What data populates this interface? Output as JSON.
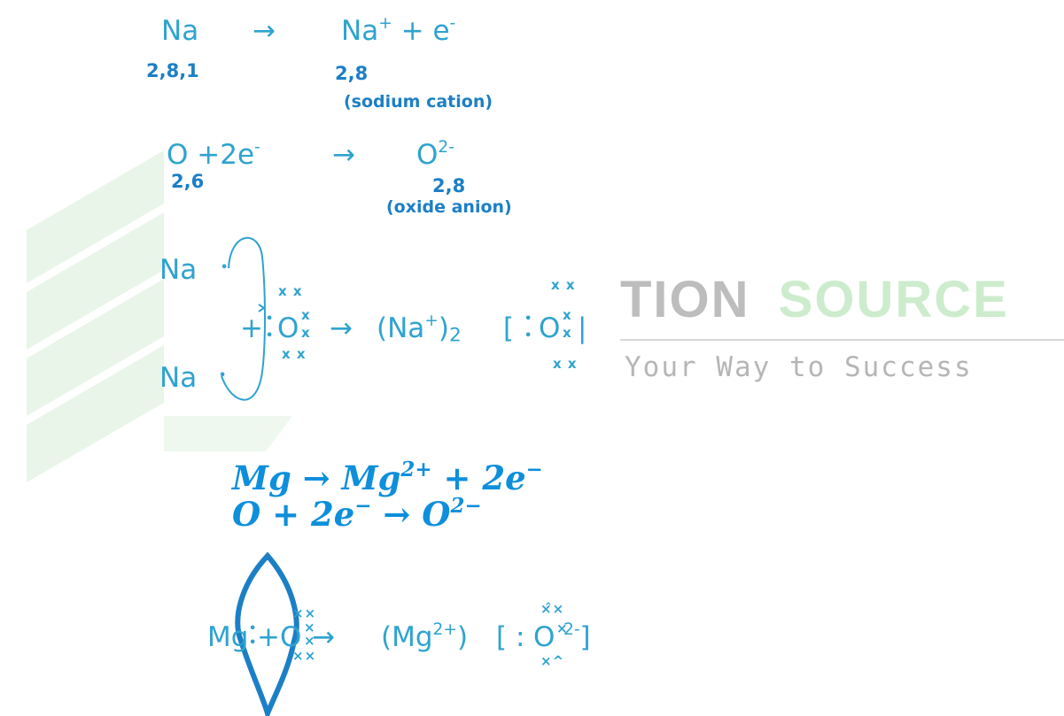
{
  "watermark": {
    "title_part1": "TION",
    "title_part2": "SOURCE",
    "tagline": "Your Way to Success",
    "colors": {
      "book": "#e9f5e9",
      "title_dark": "#bdbdbd",
      "title_light": "#cdeccd"
    }
  },
  "sodium_ionization": {
    "reactant": "Na",
    "arrow": "→",
    "product_base": "Na",
    "product_charge": "+",
    "plus": "+ e",
    "electron_charge": "-",
    "reactant_config": "2,8,1",
    "product_config": "2,8",
    "product_name": "(sodium cation)"
  },
  "oxygen_reduction": {
    "reactant": "O +2e",
    "electron_charge": "-",
    "arrow": "→",
    "product_base": "O",
    "product_charge": "2-",
    "reactant_config": "2,6",
    "product_config": "2,8",
    "product_name": "(oxide anion)"
  },
  "sodium_oxide_diagram": {
    "sodium_top": "Na",
    "sodium_bottom": "Na",
    "plus": "+",
    "oxygen": "O",
    "crosses_top": "x x",
    "crosses_bottom": "x x",
    "cross": "x",
    "arrow": "→",
    "product_cation": "(Na",
    "cation_charge": "+",
    "cation_close": ")",
    "cation_count": "2",
    "bracket_open": "[",
    "bracket_close": "|",
    "product_oxygen": "O"
  },
  "magnesium_equations": {
    "line1": {
      "lhs": "Mg → ",
      "mid": "Mg",
      "charge": "2+",
      "rhs": " + 2e",
      "electron_charge": "−"
    },
    "line2": {
      "lhs": "O + 2e",
      "electron_charge": "−",
      "mid": " → O",
      "charge": "2−"
    }
  },
  "magnesium_oxide_diagram": {
    "magnesium": "Mg",
    "plus": "+",
    "oxygen": "O",
    "arrow": "→",
    "product_cation": "(Mg",
    "cation_charge": "2+",
    "cation_close": ")",
    "bracket_open": "[ :",
    "product_oxygen": "O",
    "anion_charge": "2-",
    "bracket_close": "]"
  },
  "colors": {
    "text": "#2fa3cf",
    "config": "#1c7fc6",
    "math": "#0d8fdc"
  }
}
